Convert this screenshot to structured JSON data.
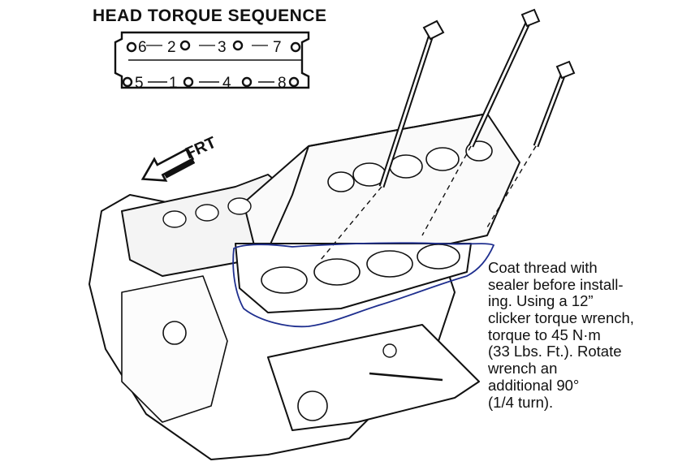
{
  "title": "HEAD TORQUE SEQUENCE",
  "sequence": {
    "top_row": [
      "6",
      "2",
      "3",
      "7"
    ],
    "bottom_row": [
      "5",
      "1",
      "4",
      "8"
    ]
  },
  "direction_label": "FRT",
  "note_lines": [
    "Coat thread with",
    "sealer before install-",
    "ing. Using a 12”",
    "clicker torque wrench,",
    "torque to 45 N·m",
    "(33 Lbs. Ft.). Rotate",
    "wrench an",
    "additional 90°",
    "(1/4 turn)."
  ],
  "colors": {
    "ink": "#111111",
    "handwritten_outline": "#1f2f8f"
  }
}
